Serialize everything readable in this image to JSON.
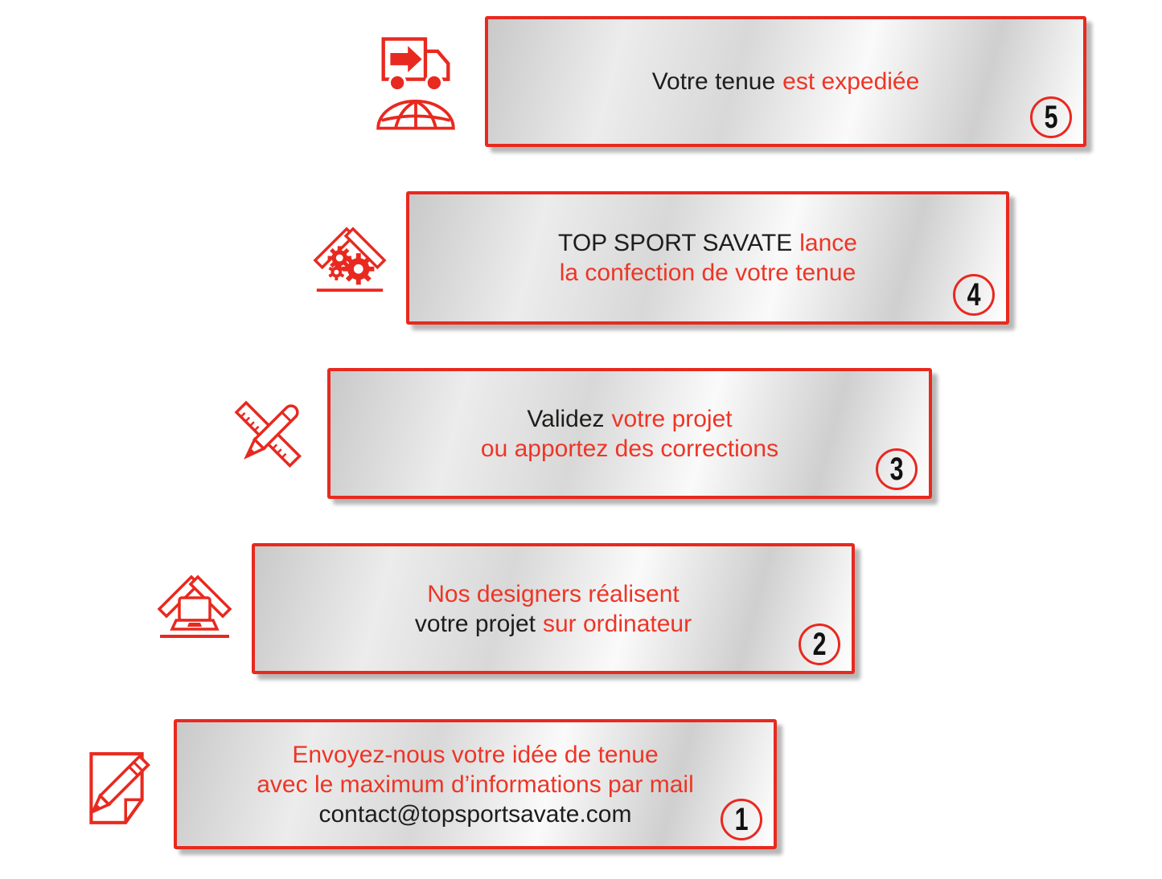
{
  "colors": {
    "background": "#ffffff",
    "border_red": "#e8291f",
    "icon_red": "#e8291f",
    "text_red": "#ee3526",
    "text_black": "#1d1d1b",
    "number_black": "#111111",
    "panel_silver_light": "#fafafa",
    "panel_silver_dark": "#c9c9c9"
  },
  "steps": [
    {
      "number": "1",
      "icon": "note-pencil-icon",
      "lines": [
        {
          "segments": [
            {
              "text": "Envoyez-nous votre idée de tenue",
              "color": "red"
            }
          ]
        },
        {
          "segments": [
            {
              "text": "avec le maximum d’informations par mail",
              "color": "red"
            }
          ]
        },
        {
          "segments": [
            {
              "text": "contact@topsportsavate.com",
              "color": "black"
            }
          ]
        }
      ]
    },
    {
      "number": "2",
      "icon": "roof-laptop-icon",
      "lines": [
        {
          "segments": [
            {
              "text": "Nos designers réalisent",
              "color": "red"
            }
          ]
        },
        {
          "segments": [
            {
              "text": "votre projet",
              "color": "black"
            },
            {
              "text": "sur ordinateur",
              "color": "red"
            }
          ]
        }
      ]
    },
    {
      "number": "3",
      "icon": "ruler-pencil-icon",
      "lines": [
        {
          "segments": [
            {
              "text": "Validez",
              "color": "black"
            },
            {
              "text": "votre projet",
              "color": "red"
            }
          ]
        },
        {
          "segments": [
            {
              "text": "ou apportez des corrections",
              "color": "red"
            }
          ]
        }
      ]
    },
    {
      "number": "4",
      "icon": "roof-gears-icon",
      "lines": [
        {
          "segments": [
            {
              "text": "TOP SPORT SAVATE",
              "color": "black"
            },
            {
              "text": "lance",
              "color": "red"
            }
          ]
        },
        {
          "segments": [
            {
              "text": "la confection de votre tenue",
              "color": "red"
            }
          ]
        }
      ]
    },
    {
      "number": "5",
      "icon": "truck-globe-icon",
      "lines": [
        {
          "segments": [
            {
              "text": "Votre tenue",
              "color": "black"
            },
            {
              "text": "est expediée",
              "color": "red"
            }
          ]
        }
      ]
    }
  ]
}
